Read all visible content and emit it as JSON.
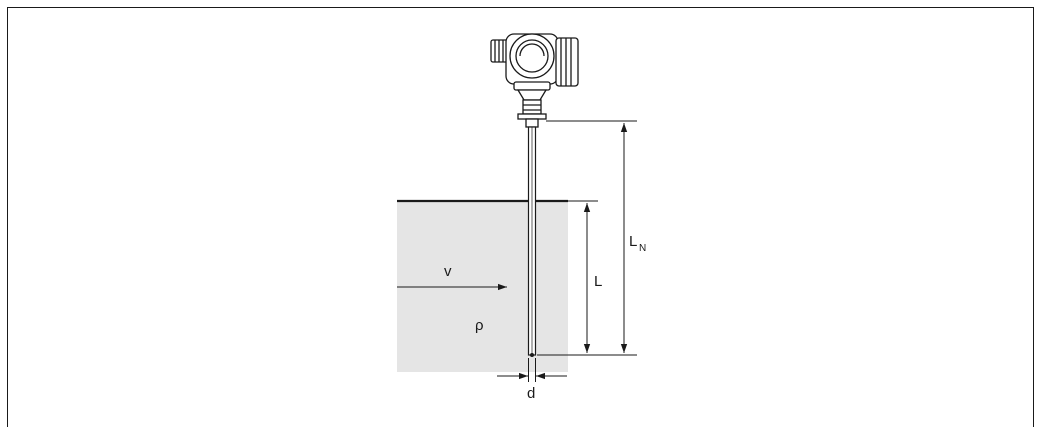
{
  "labels": {
    "velocity": "v",
    "density": "ρ",
    "immersion_length": "L",
    "nominal_length_main": "L",
    "nominal_length_sub": "N",
    "diameter": "d"
  },
  "colors": {
    "fluid": "#e5e5e5",
    "line": "#1a1a1a",
    "frame": "#1a1a1a"
  }
}
